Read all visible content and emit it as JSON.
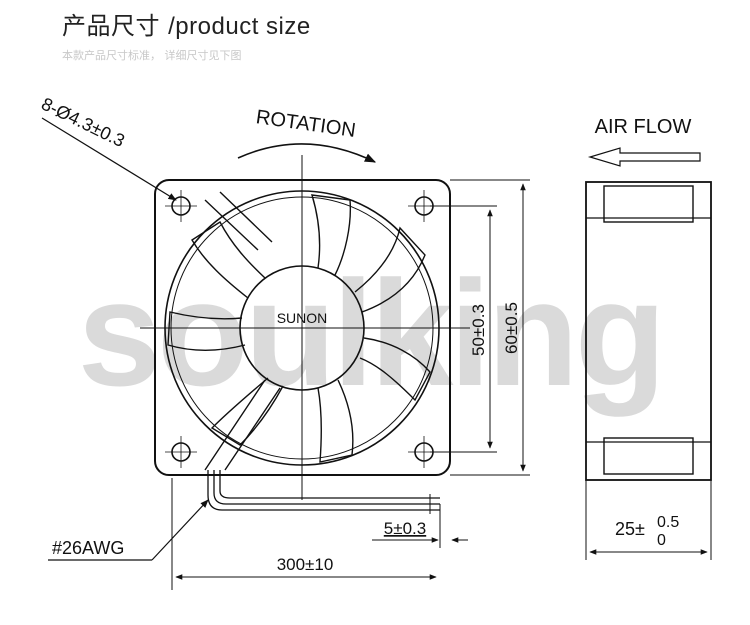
{
  "header": {
    "title_cn": "产品尺寸",
    "title_en": "/product size",
    "subtitle": "本款产品尺寸标准， 详细尺寸见下图"
  },
  "watermark": "soulking",
  "labels": {
    "holes": "8-Ø4.3±0.3",
    "rotation": "ROTATION",
    "brand": "SUNON",
    "airflow": "AIR FLOW",
    "awg": "#26AWG",
    "dim_50": "50±0.3",
    "dim_60": "60±0.5",
    "dim_5": "5±0.3",
    "dim_300": "300±10",
    "dim_25_base": "25±",
    "dim_25_upper": "0.5",
    "dim_25_lower": "0"
  },
  "colors": {
    "line": "#111111",
    "watermark": "#d4d4d4"
  }
}
